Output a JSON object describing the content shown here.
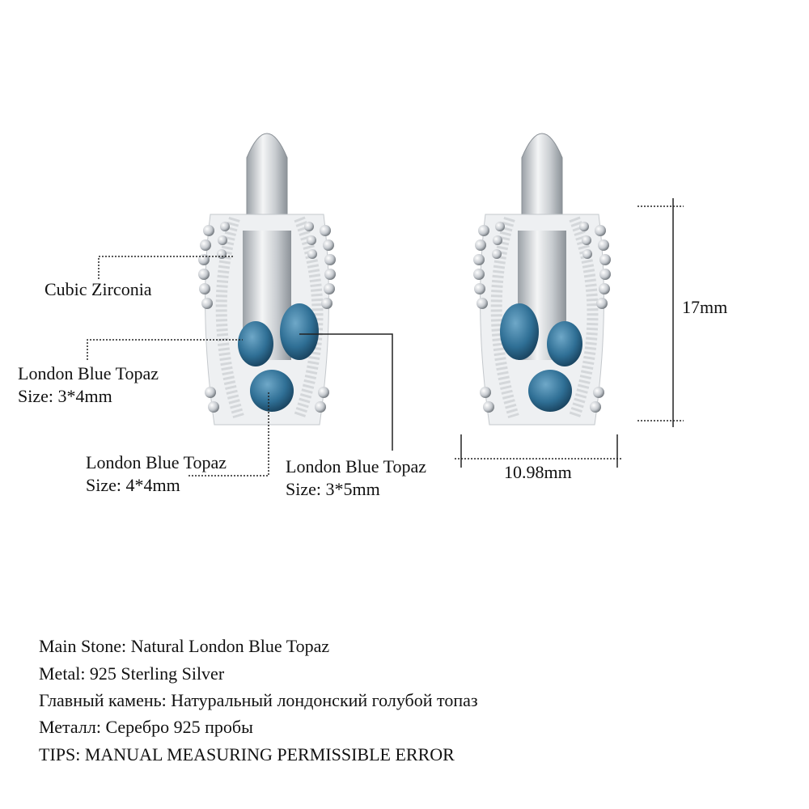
{
  "callouts": {
    "cubic_zirconia": "Cubic Zirconia",
    "stone_a": {
      "name": "London Blue Topaz",
      "size": "Size: 3*4mm"
    },
    "stone_b": {
      "name": "London Blue Topaz",
      "size": "Size: 4*4mm"
    },
    "stone_c": {
      "name": "London Blue Topaz",
      "size": "Size: 3*5mm"
    }
  },
  "dimensions": {
    "height": "17mm",
    "width": "10.98mm"
  },
  "specs": [
    "Main Stone: Natural London Blue Topaz",
    "Metal: 925 Sterling Silver",
    "Главный камень: Натуральный лондонский голубой топаз",
    "Металл: Серебро 925 пробы",
    "TIPS: MANUAL MEASURING PERMISSIBLE ERROR"
  ],
  "colors": {
    "topaz": "#2f6f95",
    "silver": "#d9dce0",
    "text": "#111111"
  }
}
